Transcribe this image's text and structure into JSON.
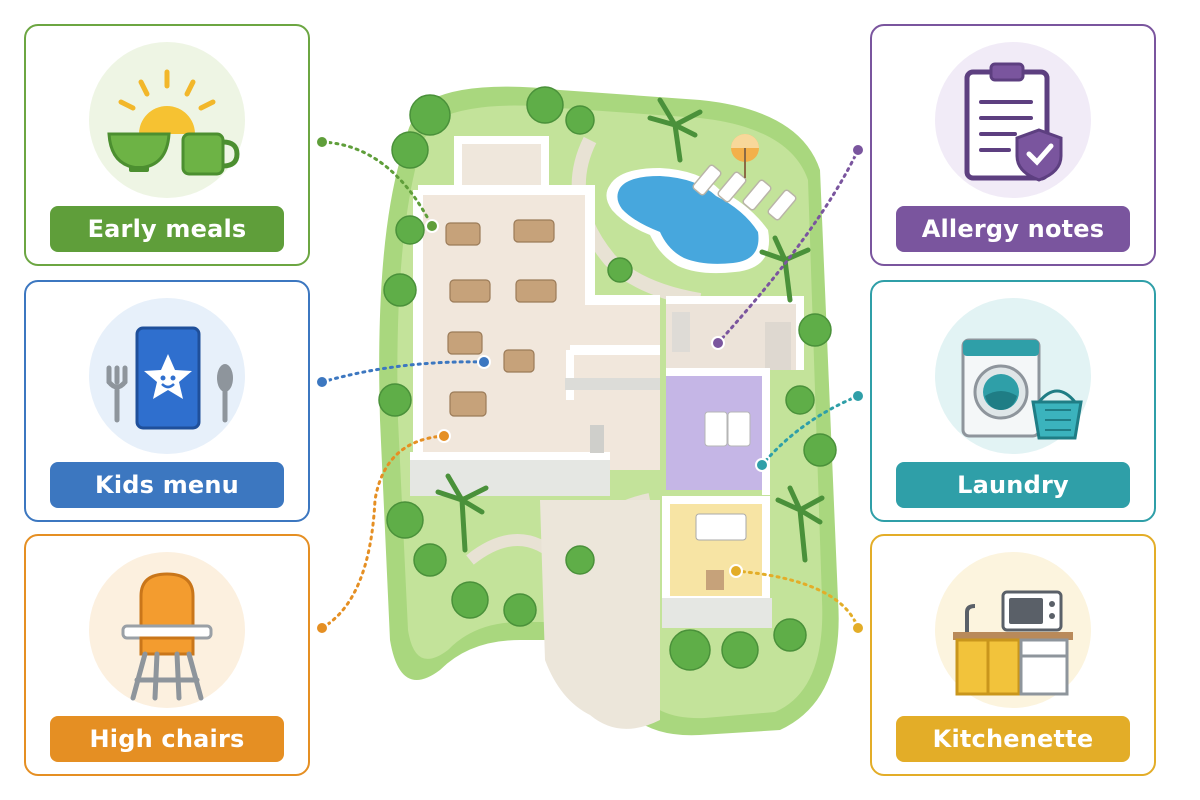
{
  "features": {
    "early_meals": {
      "label": "Early meals",
      "icon": "sun-bowl-mug-icon",
      "color": "#5f9e3a"
    },
    "kids_menu": {
      "label": "Kids menu",
      "icon": "kids-menu-star-icon",
      "color": "#3c77c0"
    },
    "high_chairs": {
      "label": "High chairs",
      "icon": "high-chair-icon",
      "color": "#e58f23"
    },
    "allergy_notes": {
      "label": "Allergy notes",
      "icon": "clipboard-shield-icon",
      "color": "#7a559e"
    },
    "laundry": {
      "label": "Laundry",
      "icon": "washing-machine-icon",
      "color": "#2f9fa8"
    },
    "kitchenette": {
      "label": "Kitchenette",
      "icon": "kitchenette-icon",
      "color": "#e3ad28"
    }
  }
}
